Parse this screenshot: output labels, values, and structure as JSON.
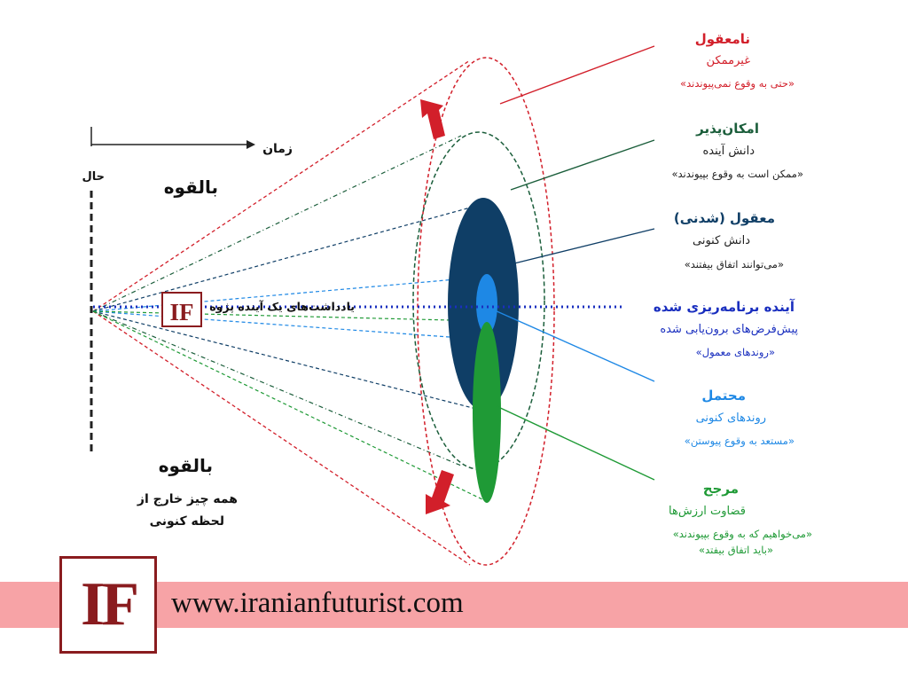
{
  "axis": {
    "time_label": "زمان",
    "now_label": "حال"
  },
  "left_labels": {
    "potential_top": "بالقوه",
    "potential_bottom": "بالقوه",
    "potential_bottom_desc1": "همه چیز خارج از",
    "potential_bottom_desc2": "لحظه کنونی"
  },
  "center_caption": "یادداشت‌های یک آینده پژوه",
  "logo_text": "IF",
  "categories": [
    {
      "title": "نامعقول",
      "line1": "غیرممکن",
      "line2": "«حتی به وقوع نمی‌پیوندند»",
      "line3": "",
      "color": "#d21f2a"
    },
    {
      "title": "امکان‌پذیر",
      "line1": "دانش آینده",
      "line2": "«ممکن است به وقوع بپیوندند»",
      "line3": "",
      "color": "#1b5e3b"
    },
    {
      "title": "معقول (شدنی)",
      "line1": "دانش کنونی",
      "line2": "«می‌توانند اتفاق بیفتند»",
      "line3": "",
      "color": "#0f3e66"
    },
    {
      "title": "آینده برنامه‌ریزی شده",
      "line1": "پیش‌فرض‌های برون‌یابی شده",
      "line2": "«روندهای معمول»",
      "line3": "",
      "color": "#1a2fbf"
    },
    {
      "title": "محتمل",
      "line1": "روندهای کنونی",
      "line2": "«مستعد به وقوع پیوستن»",
      "line3": "",
      "color": "#1e88e5"
    },
    {
      "title": "مرجح",
      "line1": "قضاوت ارزش‌ها",
      "line2": "«می‌خواهیم که به وقوع بپیوندند»",
      "line3": "«باید اتفاق بیفتد»",
      "color": "#1f9a36"
    }
  ],
  "footer": {
    "url": "www.iranianfuturist.com",
    "logo": "IF"
  },
  "colors": {
    "red": "#d21f2a",
    "dark_green": "#1b5e3b",
    "navy": "#0f3e66",
    "blue": "#1a2fbf",
    "light_blue": "#1e88e5",
    "green": "#1f9a36",
    "footer_band": "#f7a3a6",
    "logo": "#8a1c1f"
  }
}
